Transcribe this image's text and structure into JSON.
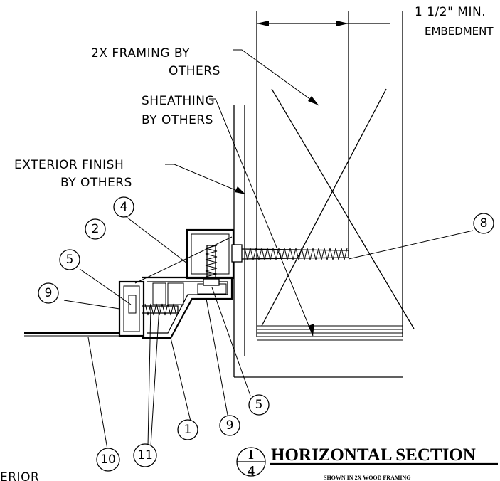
{
  "labels": {
    "embedment_line1": "1 1/2\" MIN.",
    "embedment_line2": "EMBEDMENT",
    "framing_line1": "2X FRAMING BY",
    "framing_line2": "OTHERS",
    "sheathing_line1": "SHEATHING",
    "sheathing_line2": "BY OTHERS",
    "finish_line1": "EXTERIOR FINISH",
    "finish_line2": "BY OTHERS",
    "exterior_partial": "ERIOR"
  },
  "callouts": {
    "c1": "1",
    "c2": "2",
    "c4": "4",
    "c5a": "5",
    "c5b": "5",
    "c8": "8",
    "c9a": "9",
    "c9b": "9",
    "c10": "10",
    "c11": "11"
  },
  "title_block": {
    "detail_number": "I",
    "sheet_number": "4",
    "title": "HORIZONTAL SECTION",
    "subtitle": "SHOWN IN 2X WOOD FRAMING"
  }
}
